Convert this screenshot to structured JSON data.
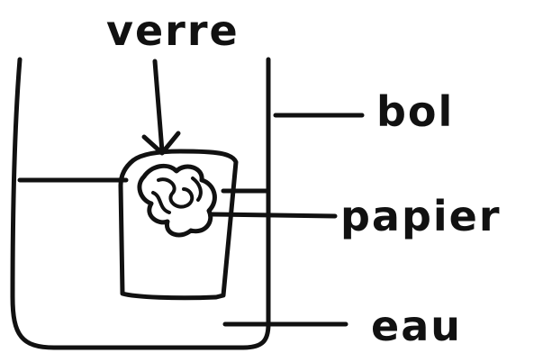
{
  "labels": {
    "verre": "verre",
    "bol": "bol",
    "papier": "papier",
    "eau": "eau"
  },
  "colors": {
    "ink": "#111111",
    "paper": "#ffffff"
  }
}
